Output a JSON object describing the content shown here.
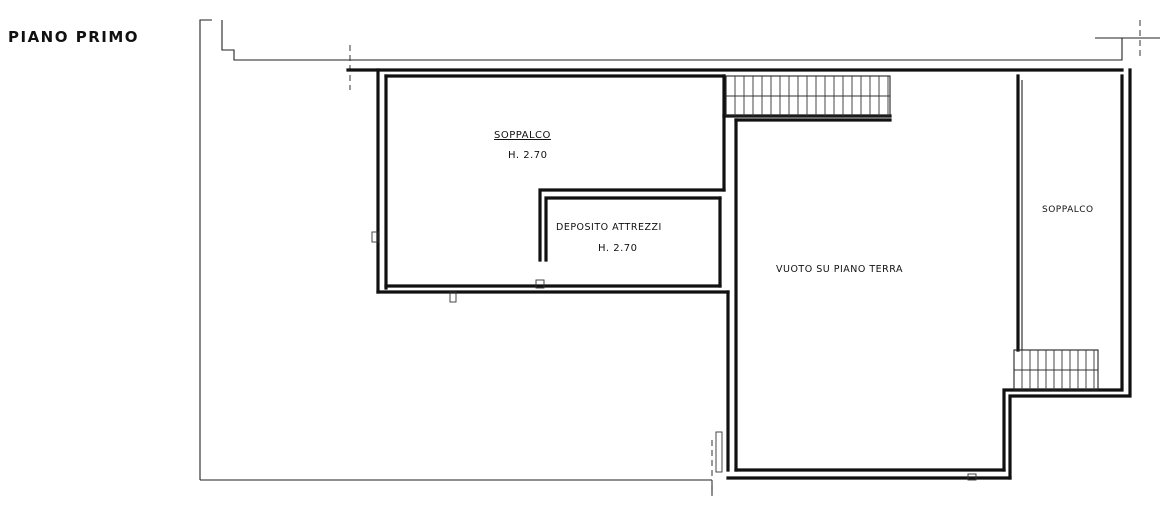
{
  "title": "PIANO PRIMO",
  "rooms": {
    "soppalco_left": {
      "name": "SOPPALCO",
      "height": "H. 2.70"
    },
    "deposito": {
      "name": "DEPOSITO ATTREZZI",
      "height": "H. 2.70"
    },
    "vuoto": {
      "name": "VUOTO SU PIANO TERRA"
    },
    "soppalco_right": {
      "name": "SOPPALCO"
    }
  }
}
